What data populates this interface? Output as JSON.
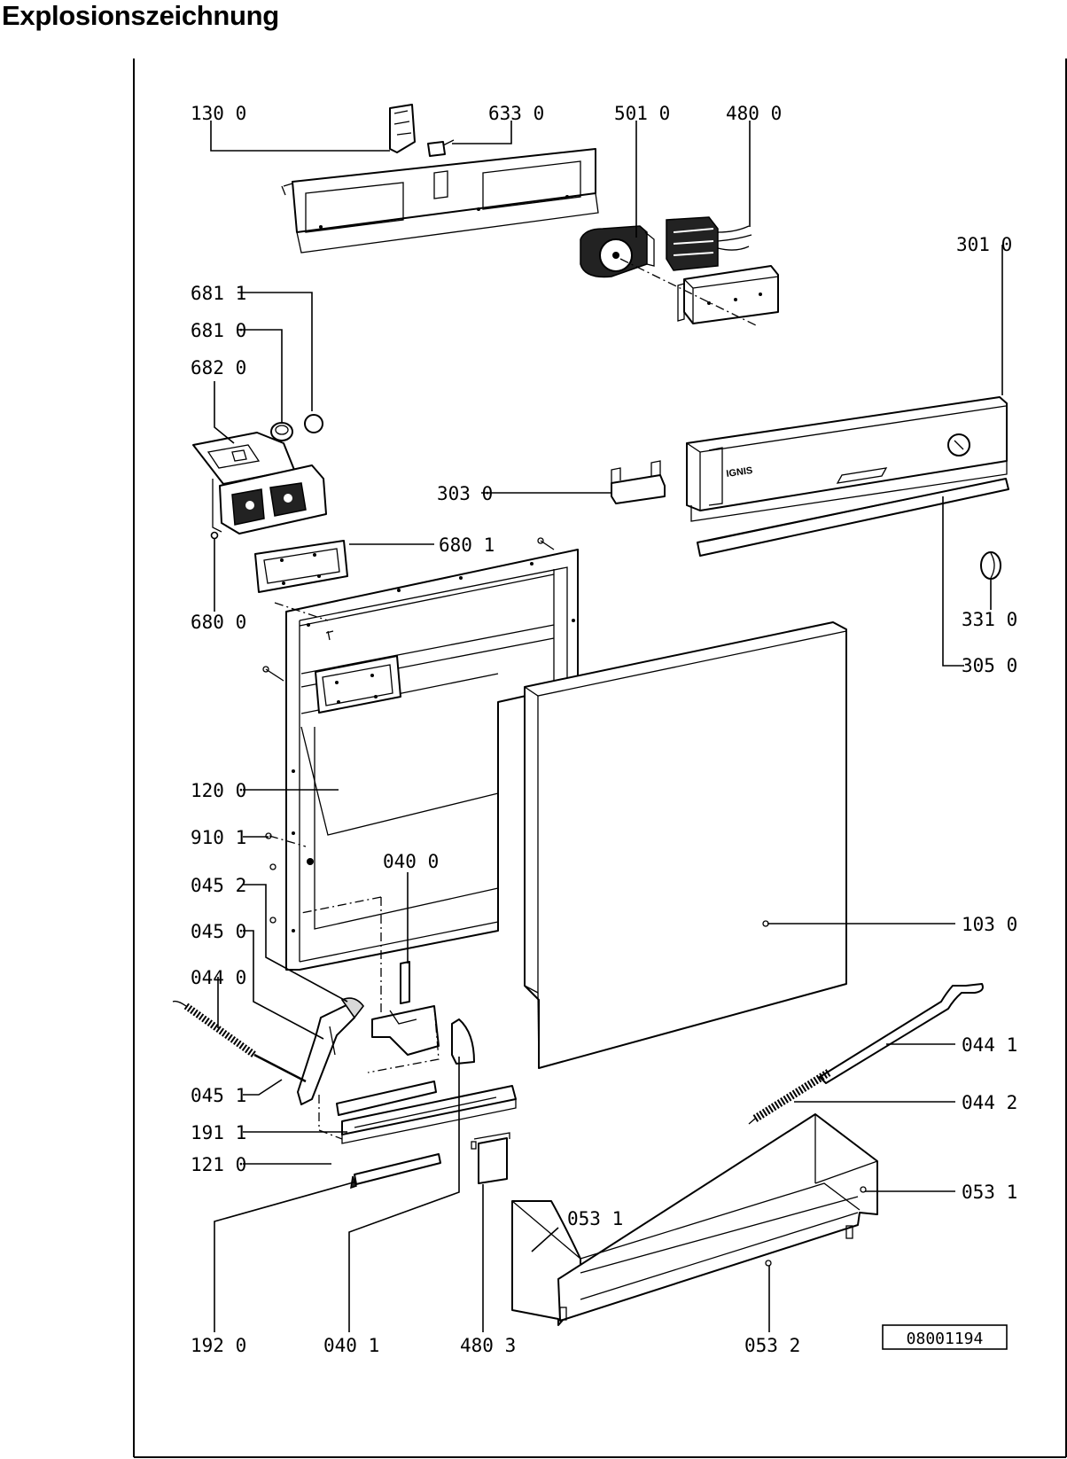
{
  "page": {
    "title": "Explosionszeichnung"
  },
  "diagram": {
    "brand_mark": "IGNIS",
    "drawing_number": "08001194",
    "labels": {
      "p130_0": "130 0",
      "p633_0": "633 0",
      "p501_0": "501 0",
      "p480_0": "480 0",
      "p301_0": "301 0",
      "p681_1": "681 1",
      "p681_0": "681 0",
      "p682_0": "682 0",
      "p303_0": "303 0",
      "p680_1": "680 1",
      "p680_0": "680 0",
      "p331_0": "331 0",
      "p305_0": "305 0",
      "p120_0": "120 0",
      "p910_1": "910 1",
      "p040_0": "040 0",
      "p045_2": "045 2",
      "p103_0": "103 0",
      "p045_0": "045 0",
      "p044_0": "044 0",
      "p044_1": "044 1",
      "p045_1": "045 1",
      "p044_2": "044 2",
      "p191_1": "191 1",
      "p121_0": "121 0",
      "p053_1_right": "053 1",
      "p053_1_left": "053 1",
      "p192_0": "192 0",
      "p040_1": "040 1",
      "p480_3": "480 3",
      "p053_2": "053 2"
    }
  }
}
